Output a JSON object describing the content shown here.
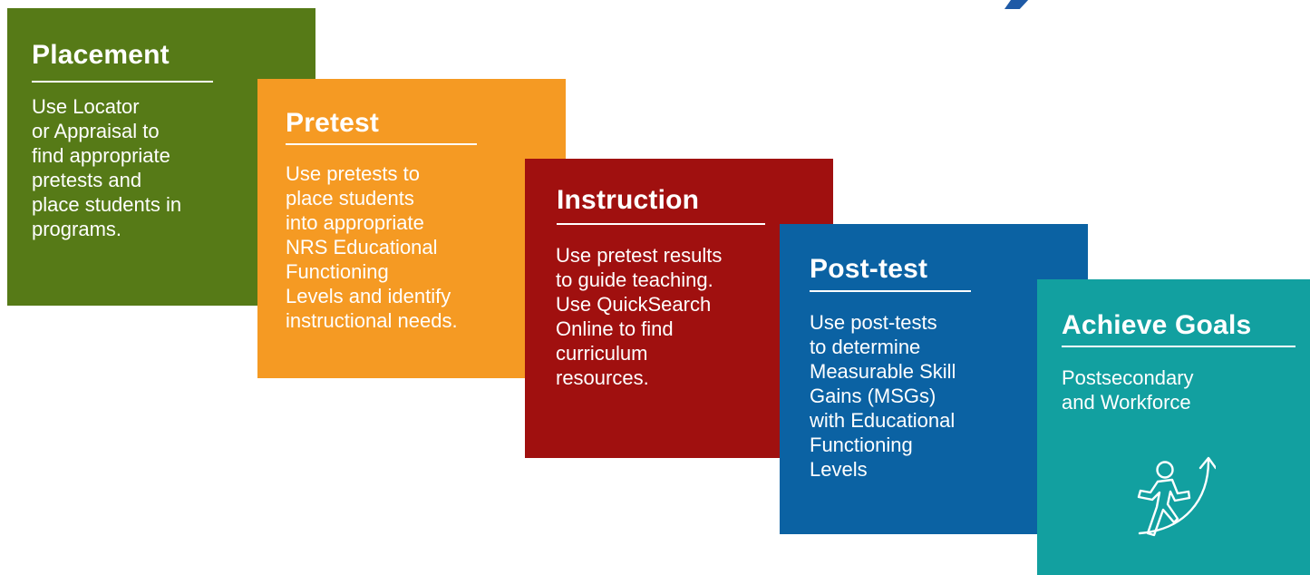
{
  "colors": {
    "placement": "#567a17",
    "pretest": "#f59a23",
    "instruction": "#a0100f",
    "post_test": "#0b62a3",
    "achieve_goals": "#12a0a0",
    "corner_mark": "#1f5aa6"
  },
  "steps": [
    {
      "title": "Placement",
      "text": "Use Locator\nor Appraisal to\nfind appropriate\npretests and\nplace students in\nprograms."
    },
    {
      "title": "Pretest",
      "text": "Use pretests to\nplace students\ninto appropriate\nNRS Educational\nFunctioning\nLevels and identify\ninstructional needs."
    },
    {
      "title": "Instruction",
      "text": "Use pretest results\nto guide teaching.\nUse QuickSearch\nOnline to find\ncurriculum\nresources."
    },
    {
      "title": "Post-test",
      "text": "Use post-tests\nto determine\nMeasurable Skill\nGains (MSGs)\nwith Educational\nFunctioning\nLevels"
    },
    {
      "title": "Achieve Goals",
      "text": "Postsecondary\nand Workforce",
      "icon": "person-climbing-arrow-icon"
    }
  ]
}
